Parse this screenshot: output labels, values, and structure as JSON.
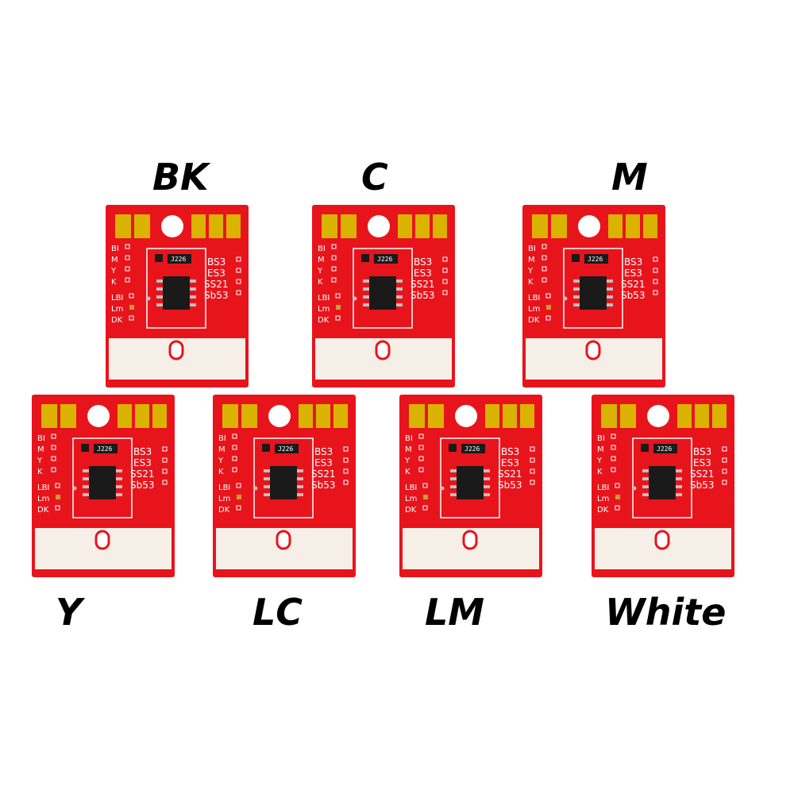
{
  "chip_labels": [
    "BK",
    "C",
    "M",
    "Y",
    "LC",
    "LM",
    "White"
  ],
  "chip_markings": {
    "left": [
      "BI",
      "M",
      "Y",
      "K",
      "LBI",
      "Lm",
      "DK"
    ],
    "right": [
      "BS3",
      "ES3",
      "SS21",
      "Sb53"
    ],
    "component": "J226"
  },
  "colors": {
    "board": "#e8141c",
    "contact": "#d9b300",
    "strip": "#f6efe8",
    "ic": "#1a1a1a"
  }
}
